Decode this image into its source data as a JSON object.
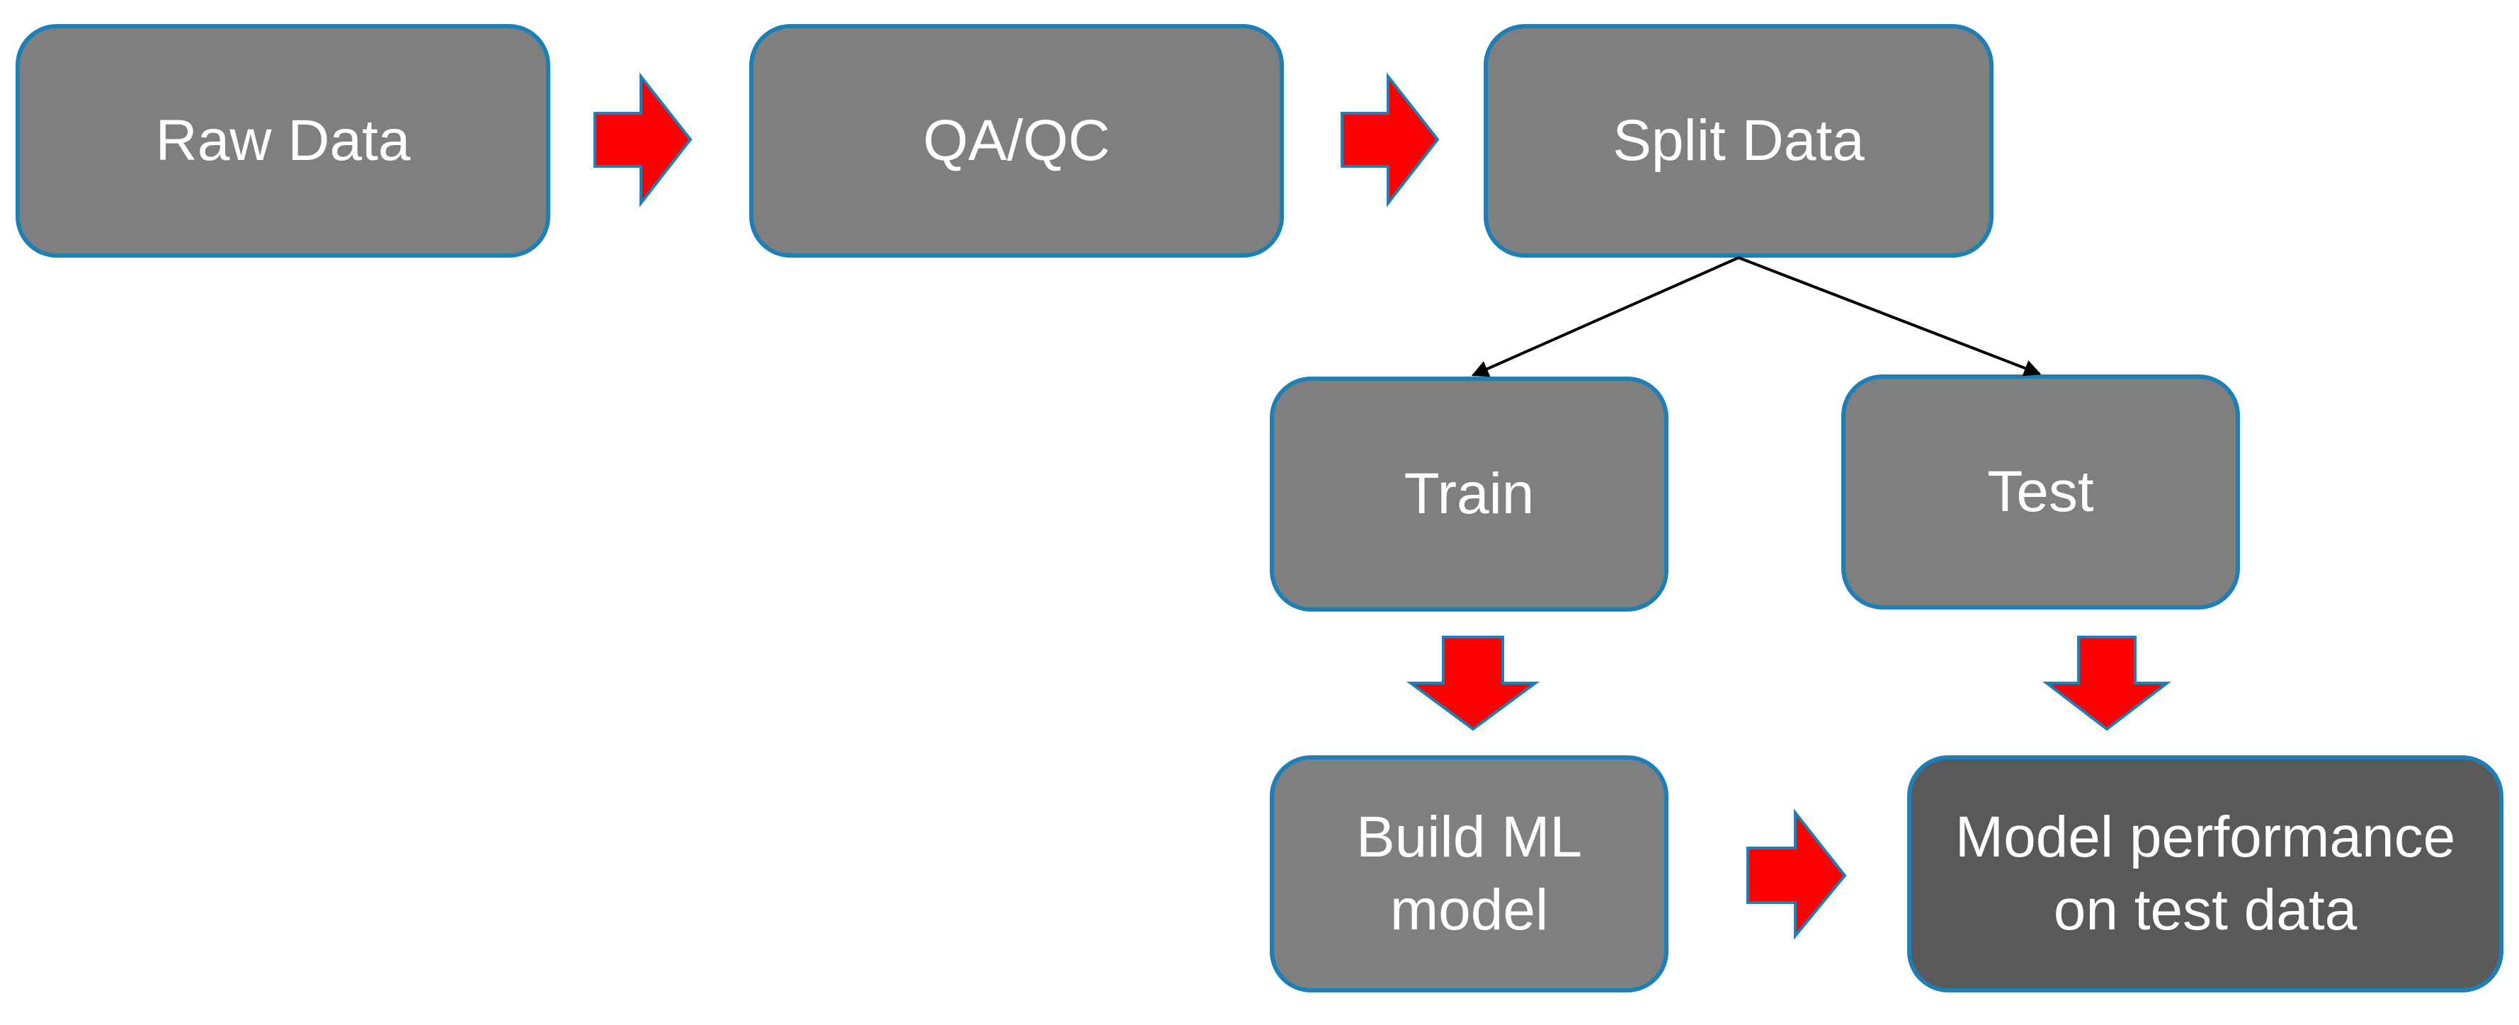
{
  "diagram": {
    "nodes": [
      {
        "id": "raw-data",
        "label": "Raw Data"
      },
      {
        "id": "qa-qc",
        "label": "QA/QC"
      },
      {
        "id": "split-data",
        "label": "Split Data"
      },
      {
        "id": "train",
        "label": "Train"
      },
      {
        "id": "test",
        "label": "Test"
      },
      {
        "id": "build-ml-model",
        "label": "Build ML\nmodel"
      },
      {
        "id": "model-performance",
        "label": "Model performance\non test data"
      }
    ],
    "edges": [
      {
        "from": "raw-data",
        "to": "qa-qc",
        "style": "block-arrow"
      },
      {
        "from": "qa-qc",
        "to": "split-data",
        "style": "block-arrow"
      },
      {
        "from": "split-data",
        "to": "train",
        "style": "line-arrow"
      },
      {
        "from": "split-data",
        "to": "test",
        "style": "line-arrow"
      },
      {
        "from": "train",
        "to": "build-ml-model",
        "style": "block-arrow"
      },
      {
        "from": "test",
        "to": "model-performance",
        "style": "block-arrow"
      },
      {
        "from": "build-ml-model",
        "to": "model-performance",
        "style": "block-arrow"
      }
    ],
    "colors": {
      "node_fill": "#7f7f7f",
      "node_fill_dark": "#595959",
      "node_border": "#1b7fb8",
      "node_text": "#ffffff",
      "block_arrow_fill": "#ff0000",
      "block_arrow_outline": "#1b7fb8",
      "connector_line": "#000000"
    }
  }
}
